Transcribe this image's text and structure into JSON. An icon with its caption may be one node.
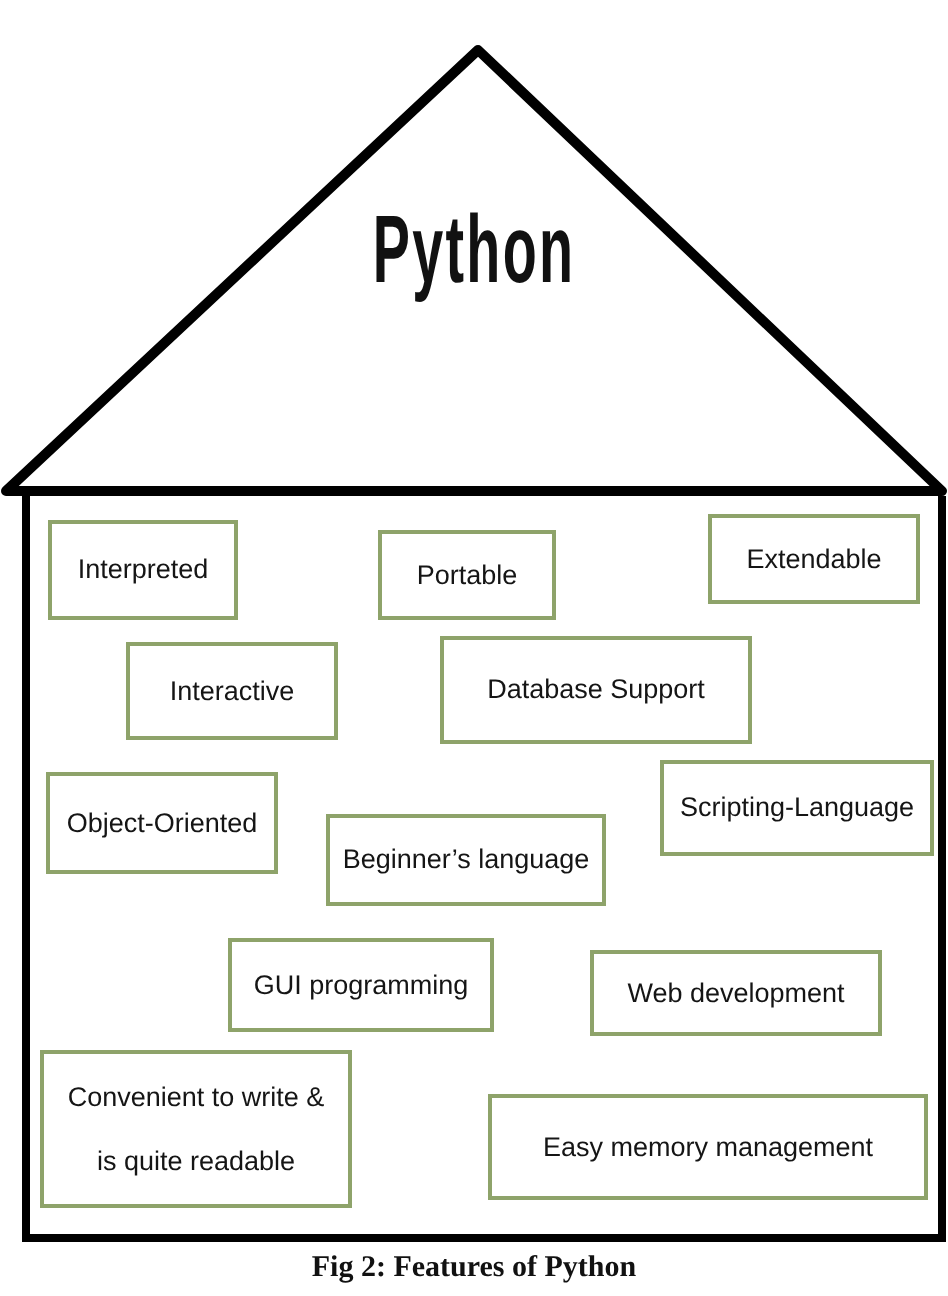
{
  "diagram": {
    "caption": "Fig 2: Features of Python",
    "nodes": [
      {
        "text": [
          "Python"
        ]
      },
      {
        "text": [],
        "shape": "box"
      },
      {
        "text": [
          "Interpreted"
        ],
        "in": 1
      },
      {
        "text": [
          "Portable"
        ],
        "in": 1
      },
      {
        "text": [
          "Extendable"
        ],
        "in": 1
      },
      {
        "text": [
          "Interactive"
        ],
        "in": 1
      },
      {
        "text": [
          "Database Support"
        ],
        "in": 1
      },
      {
        "text": [
          "Object-Oriented"
        ],
        "in": 1
      },
      {
        "text": [
          "Scripting-Language"
        ],
        "in": 1
      },
      {
        "text": [
          "Beginner’s language"
        ],
        "in": 1
      },
      {
        "text": [
          "GUI programming"
        ],
        "in": 1
      },
      {
        "text": [
          "Web development"
        ],
        "in": 1
      },
      {
        "text": [
          "Convenient to write & is quite readable"
        ],
        "in": 1
      },
      {
        "text": [
          "Easy memory management"
        ],
        "in": 1
      }
    ]
  }
}
